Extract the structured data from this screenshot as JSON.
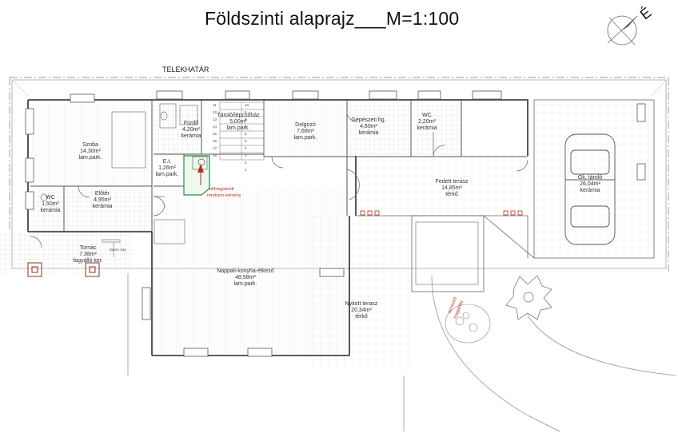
{
  "title": "Földszinti alaprajz___M=1:100",
  "property_line_label": "TELEKHATÁR",
  "chimney_label_1": "előregyártott",
  "chimney_label_2": "rendszer-kémény",
  "planned_trees_label_1": "tervezett",
  "planned_trees_label_2": "magasfás",
  "bench_label": "Szem. bej.",
  "north_letter": "É",
  "rooms": [
    {
      "id": "szoba",
      "name": "Szoba",
      "area": "14,30m²",
      "floor": "lam.park."
    },
    {
      "id": "furdo",
      "name": "Fürdő",
      "area": "4,20m²",
      "floor": "kerámia"
    },
    {
      "id": "tarolo",
      "name": "Tároló/lépcsőház",
      "area": "5,00m²",
      "floor": "lam.park."
    },
    {
      "id": "dolgozo",
      "name": "Dolgozó",
      "area": "7,68m²",
      "floor": "lam.park."
    },
    {
      "id": "gepeszeti",
      "name": "Gépészeti hg.",
      "area": "4,60m²",
      "floor": "kerámia"
    },
    {
      "id": "wc2",
      "name": "WC",
      "area": "2,20m²",
      "floor": "kerámia"
    },
    {
      "id": "et",
      "name": "E.t.",
      "area": "1,26m²",
      "floor": "lam.park."
    },
    {
      "id": "wc1",
      "name": "WC",
      "area": "1,50m²",
      "floor": "kerámia"
    },
    {
      "id": "eloter",
      "name": "Előtér",
      "area": "4,95m²",
      "floor": "kerámia"
    },
    {
      "id": "tornac",
      "name": "Tornác",
      "area": "7,38m²",
      "floor": "fagyálló ker."
    },
    {
      "id": "nappali",
      "name": "Nappali-konyha-étkező",
      "area": "48,58m²",
      "floor": "lam.park."
    },
    {
      "id": "fedett",
      "name": "Fedett terasz",
      "area": "14,85m²",
      "floor": "térkő"
    },
    {
      "id": "garage",
      "name": "Gk. tároló",
      "area": "26,04m²",
      "floor": "kerámia"
    },
    {
      "id": "nyitott",
      "name": "Nyitott terasz",
      "area": "20,34m²",
      "floor": "térkő"
    }
  ],
  "stair_numbers_left": [
    "11",
    "12",
    "13",
    "14",
    "15",
    "16",
    "17",
    "18"
  ],
  "stair_numbers_right": [
    "10",
    "9",
    "8",
    "7",
    "6",
    "5",
    "4",
    "3",
    "2",
    "1"
  ]
}
